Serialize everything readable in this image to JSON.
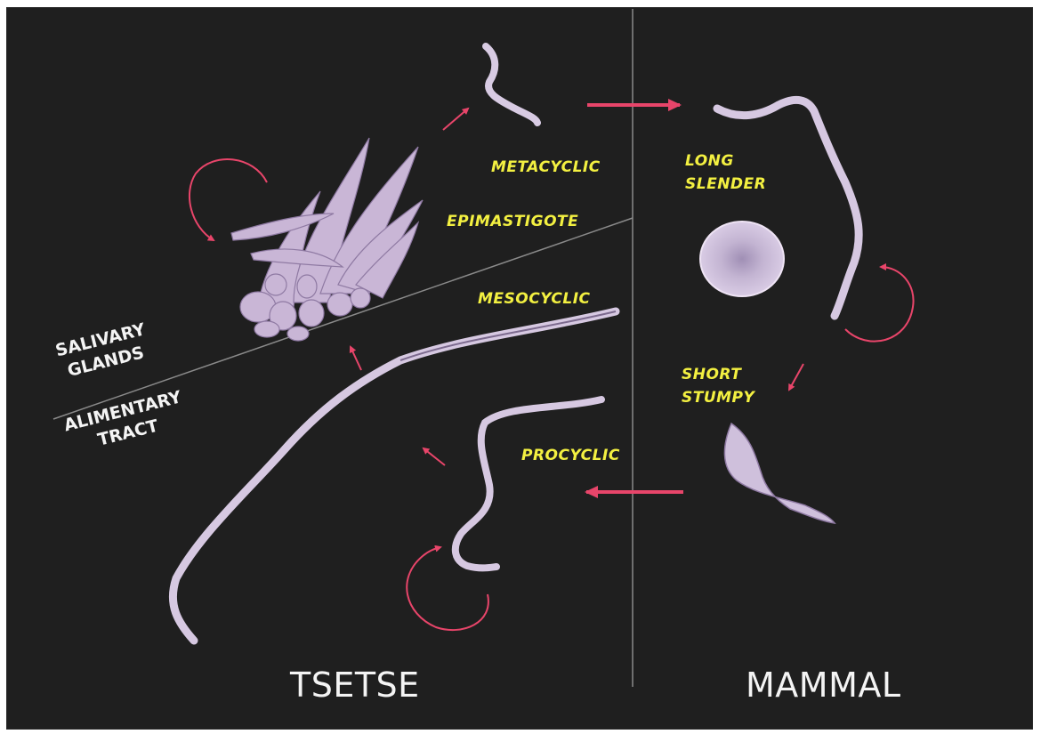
{
  "hosts": {
    "left": "TSETSE",
    "right": "MAMMAL"
  },
  "regions": {
    "upper": "SALIVARY\nGLANDS",
    "lower": "ALIMENTARY\nTRACT"
  },
  "stages": {
    "metacyclic": "METACYCLIC",
    "epimastigote": "EPIMASTIGOTE",
    "mesocyclic": "MESOCYCLIC",
    "procyclic": "PROCYCLIC",
    "long_slender": "LONG\nSLENDER",
    "short_stumpy": "SHORT\nSTUMPY"
  },
  "colors": {
    "background": "#1f1f1f",
    "stage_label": "#f3f041",
    "host_label": "#f4f4f4",
    "arrow": "#e8456a",
    "cell": "#cdbdd9",
    "divider": "#8a8a8a"
  }
}
